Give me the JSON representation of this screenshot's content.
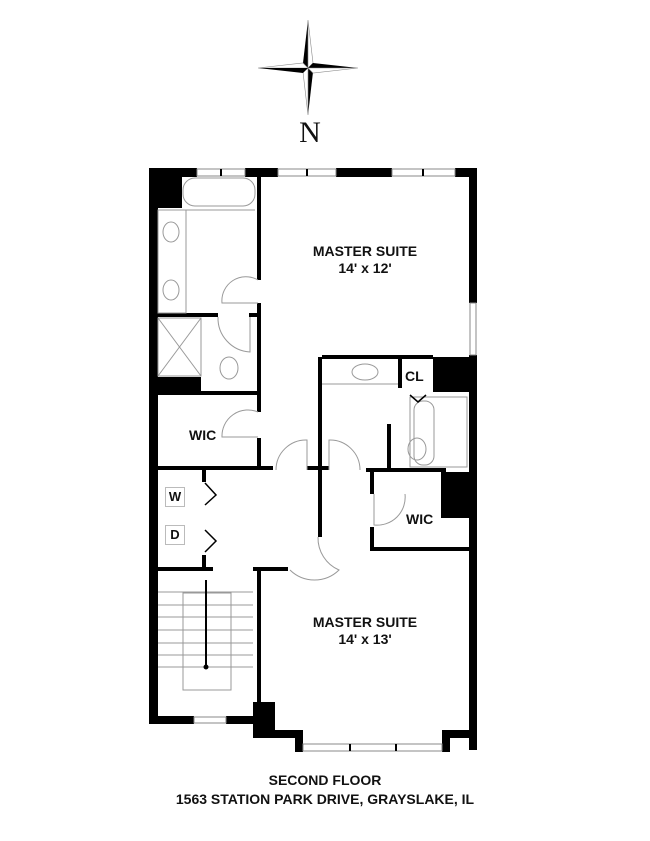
{
  "compass": {
    "label": "N"
  },
  "rooms": {
    "master_suite_north": {
      "name": "MASTER SUITE",
      "dimensions": "14' x 12'"
    },
    "master_suite_south": {
      "name": "MASTER SUITE",
      "dimensions": "14' x 13'"
    },
    "wic_west": {
      "name": "WIC"
    },
    "wic_east": {
      "name": "WIC"
    },
    "closet": {
      "name": "CL"
    }
  },
  "appliances": {
    "washer": "W",
    "dryer": "D"
  },
  "caption": {
    "floor": "SECOND FLOOR",
    "address": "1563 STATION PARK DRIVE, GRAYSLAKE, IL"
  },
  "colors": {
    "wall": "#000000",
    "fixture": "#9a9a9a",
    "background": "#ffffff"
  }
}
